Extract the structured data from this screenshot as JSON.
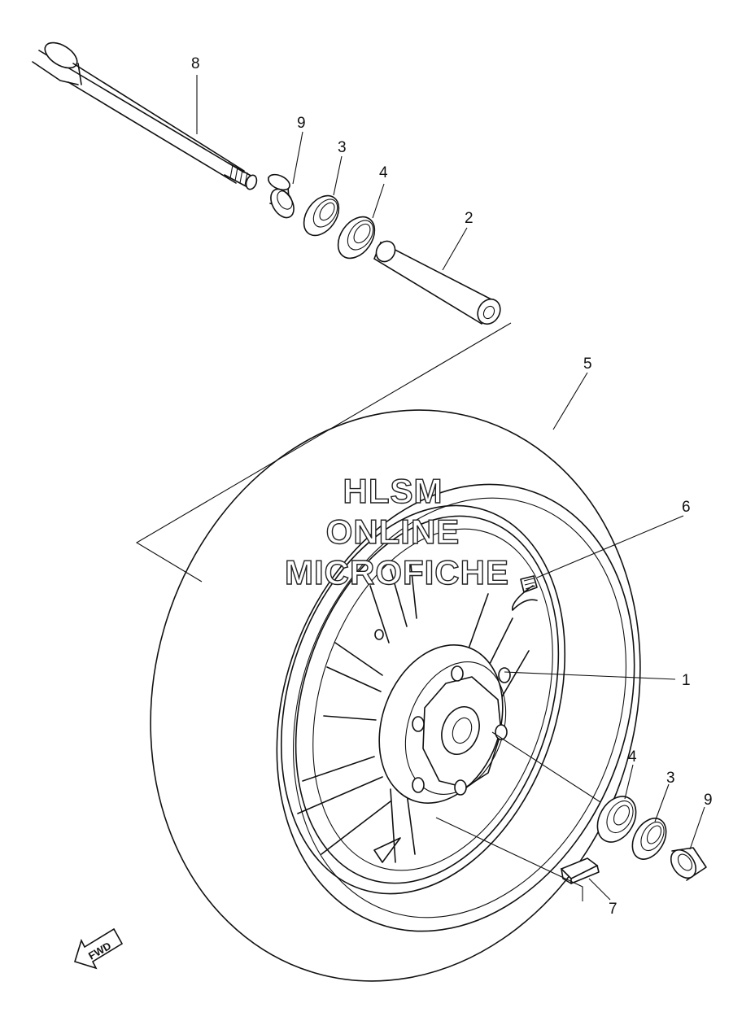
{
  "watermark": {
    "line1": "HLSM",
    "line2": "ONLINE",
    "line3": "MICROFICHE"
  },
  "direction_label": "FWD",
  "callouts": [
    {
      "id": "callout-8",
      "number": "8"
    },
    {
      "id": "callout-9-top",
      "number": "9"
    },
    {
      "id": "callout-3-top",
      "number": "3"
    },
    {
      "id": "callout-4-top",
      "number": "4"
    },
    {
      "id": "callout-2",
      "number": "2"
    },
    {
      "id": "callout-5",
      "number": "5"
    },
    {
      "id": "callout-6",
      "number": "6"
    },
    {
      "id": "callout-1",
      "number": "1"
    },
    {
      "id": "callout-4-bottom",
      "number": "4"
    },
    {
      "id": "callout-3-bottom",
      "number": "3"
    },
    {
      "id": "callout-9-bottom",
      "number": "9"
    },
    {
      "id": "callout-7",
      "number": "7"
    }
  ]
}
